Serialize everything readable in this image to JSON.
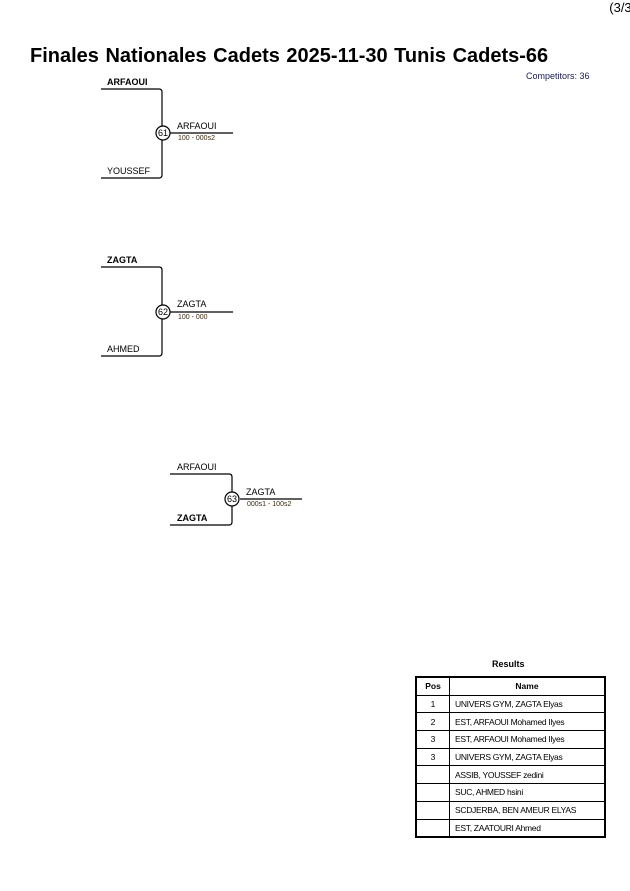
{
  "page_number": "(3/3)",
  "title": "Finales Nationales Cadets  2025-11-30  Tunis   Cadets-66",
  "competitors": "Competitors: 36",
  "matches": [
    {
      "number": "61",
      "top": "ARFAOUI",
      "bottom": "YOUSSEF",
      "winner": "ARFAOUI",
      "score": "100 - 000s2"
    },
    {
      "number": "62",
      "top": "ZAGTA",
      "bottom": "AHMED",
      "winner": "ZAGTA",
      "score": "100 - 000"
    },
    {
      "number": "63",
      "top": "ARFAOUI",
      "bottom": "ZAGTA",
      "winner": "ZAGTA",
      "score": "000s1 - 100s2"
    }
  ],
  "results": {
    "title": "Results",
    "headers": {
      "pos": "Pos",
      "name": "Name"
    },
    "rows": [
      {
        "pos": "1",
        "name": "UNIVERS GYM, ZAGTA Elyas"
      },
      {
        "pos": "2",
        "name": "EST, ARFAOUI Mohamed Ilyes"
      },
      {
        "pos": "3",
        "name": "EST, ARFAOUI Mohamed Ilyes"
      },
      {
        "pos": "3",
        "name": "UNIVERS GYM, ZAGTA Elyas"
      },
      {
        "pos": "",
        "name": "ASSIB, YOUSSEF zedini"
      },
      {
        "pos": "",
        "name": "SUC, AHMED hsini"
      },
      {
        "pos": "",
        "name": "SCDJERBA, BEN AMEUR ELYAS"
      },
      {
        "pos": "",
        "name": "EST, ZAATOURI Ahmed"
      }
    ]
  }
}
